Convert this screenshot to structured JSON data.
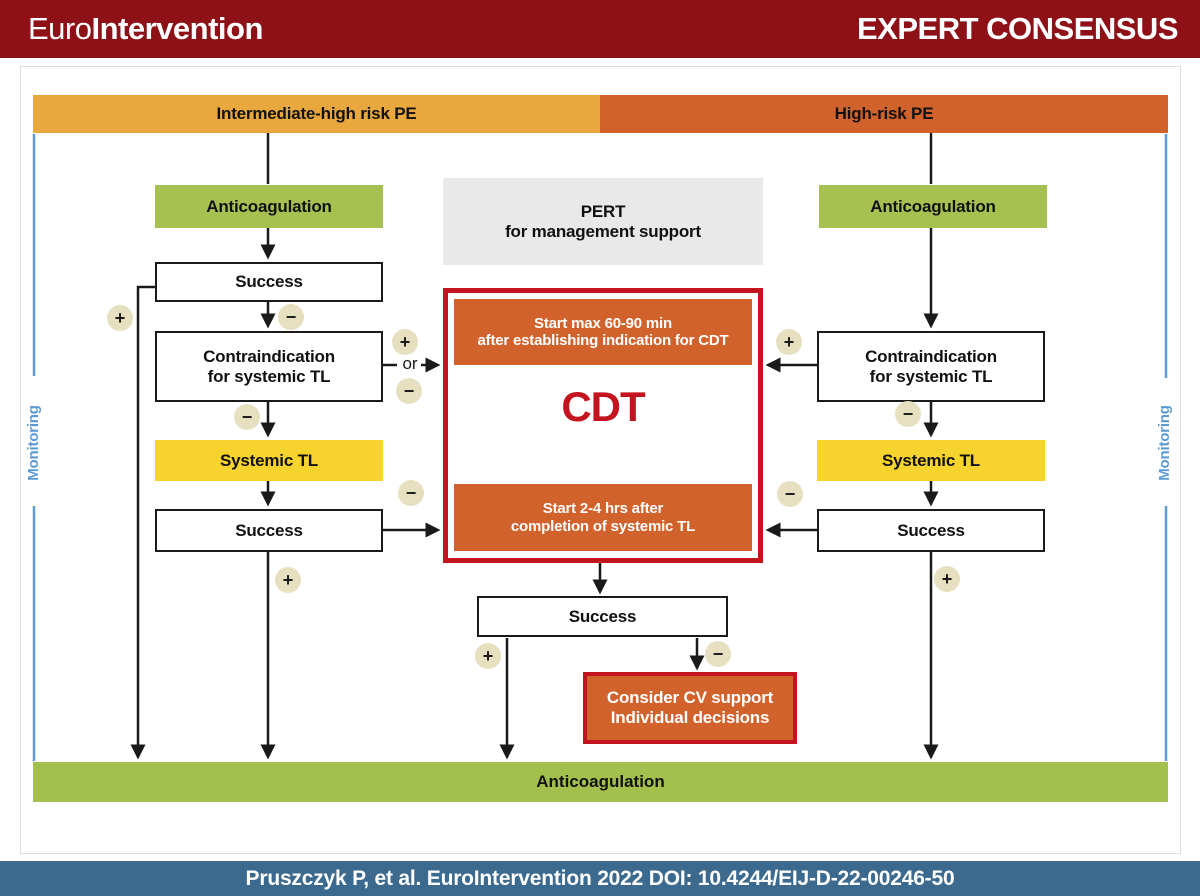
{
  "header": {
    "logo": {
      "prefix": "Euro",
      "suffix": "Intervention"
    },
    "title": "EXPERT CONSENSUS"
  },
  "risk_bars": {
    "intermediate": "Intermediate-high risk PE",
    "high": "High-risk PE"
  },
  "monitoring_label": "Monitoring",
  "intermediate_pathway": {
    "anticoagulation": "Anticoagulation",
    "success_after_anticoagulation": "Success",
    "contraindication_line1": "Contraindication",
    "contraindication_line2": "for systemic TL",
    "or_label": "or",
    "systemic_tl": "Systemic TL",
    "success_after_tl": "Success"
  },
  "high_risk_pathway": {
    "anticoagulation": "Anticoagulation",
    "contraindication_line1": "Contraindication",
    "contraindication_line2": "for systemic TL",
    "systemic_tl": "Systemic TL",
    "success_after_tl": "Success"
  },
  "pert": {
    "line1": "PERT",
    "line2": "for management support"
  },
  "cdt": {
    "timing_top_line1": "Start max 60-90 min",
    "timing_top_line2": "after establishing indication for CDT",
    "label": "CDT",
    "timing_bottom_line1": "Start 2-4 hrs after",
    "timing_bottom_line2": "completion of systemic TL"
  },
  "outcome": {
    "success": "Success",
    "cv_support_line1": "Consider CV support",
    "cv_support_line2": "Individual decisions"
  },
  "bottom_bar": "Anticoagulation",
  "symbols": {
    "plus": "+",
    "minus": "−"
  },
  "footer": "Pruszczyk P, et al. EuroIntervention 2022 DOI: 10.4244/EIJ-D-22-00246-50",
  "colors": {
    "header_red": "#8E1118",
    "intermediate_orange": "#E8A83D",
    "high_risk_orange": "#D2622B",
    "anticoagulation_green": "#A6C14F",
    "systemic_tl_yellow": "#F6D32D",
    "pert_gray": "#E9E9E9",
    "cdt_border_red": "#C41420",
    "marker_beige": "#E6DFC0",
    "monitoring_blue": "#5B9BD5",
    "footer_blue": "#3B6A8E",
    "bottom_green": "#A3C04C"
  }
}
